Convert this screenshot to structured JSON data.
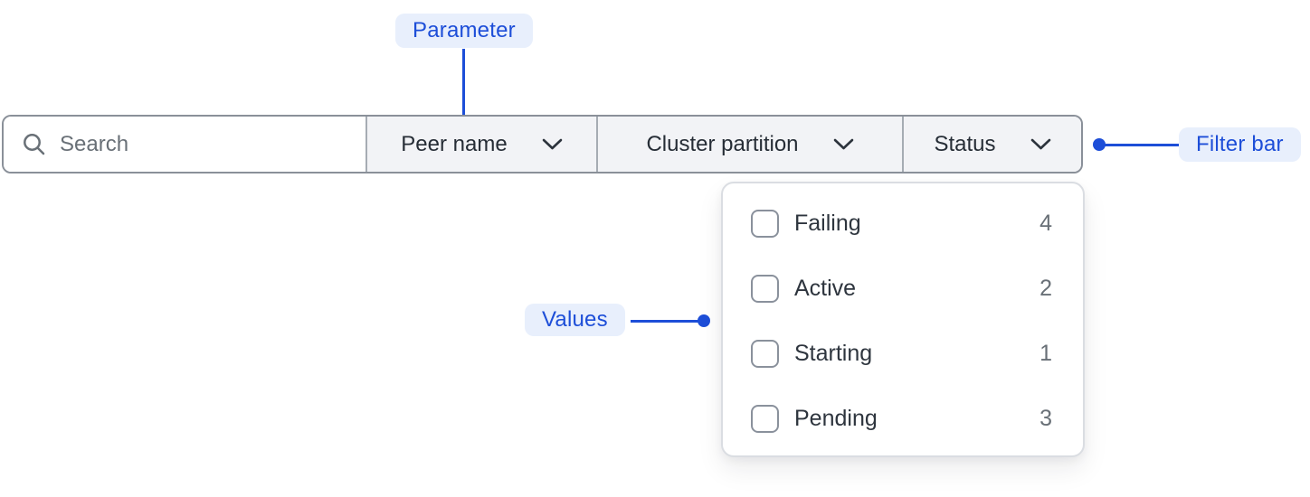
{
  "colors": {
    "accent_blue": "#1d4ed8",
    "badge_background": "#e8effc",
    "bar_border": "#8a9099",
    "section_background": "#f2f3f6",
    "label_text": "#262d36",
    "muted_text": "#697077",
    "panel_border": "#dadde2",
    "checkbox_border": "#8a919c"
  },
  "annotations": {
    "parameter": {
      "label": "Parameter"
    },
    "filter_bar": {
      "label": "Filter bar"
    },
    "values": {
      "label": "Values"
    }
  },
  "filter_bar": {
    "search": {
      "placeholder": "Search",
      "value": "",
      "icon": "search-icon"
    },
    "dropdowns": [
      {
        "label": "Peer name",
        "icon": "chevron-down-icon"
      },
      {
        "label": "Cluster partition",
        "icon": "chevron-down-icon"
      },
      {
        "label": "Status",
        "icon": "chevron-down-icon"
      }
    ]
  },
  "status_dropdown": {
    "items": [
      {
        "label": "Failing",
        "count": "4",
        "checked": false
      },
      {
        "label": "Active",
        "count": "2",
        "checked": false
      },
      {
        "label": "Starting",
        "count": "1",
        "checked": false
      },
      {
        "label": "Pending",
        "count": "3",
        "checked": false
      }
    ]
  }
}
